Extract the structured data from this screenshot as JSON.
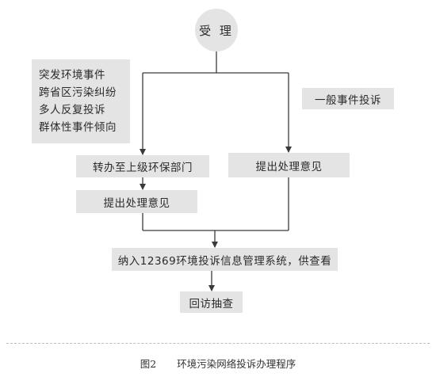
{
  "flowchart": {
    "start": "受 理",
    "conditions": [
      "突发环境事件",
      "跨省区污染纠纷",
      "多人反复投诉",
      "群体性事件倾向"
    ],
    "general": "一般事件投诉",
    "transfer": "转办至上级环保部门",
    "proposal_left": "提出处理意见",
    "proposal_right": "提出处理意见",
    "record": "纳入12369环境投诉信息管理系统，供查看",
    "revisit": "回访抽查"
  },
  "caption": {
    "figure_number": "图2",
    "title": "环境污染网络投诉办理程序"
  },
  "colors": {
    "node_fill": "#e4e4e4",
    "line": "#3a3a3a",
    "text": "#2b2b2b"
  }
}
